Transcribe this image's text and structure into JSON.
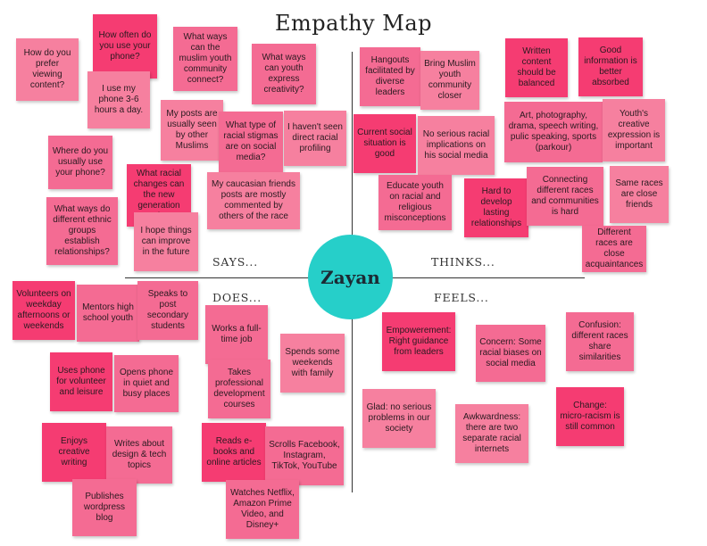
{
  "title": "Empathy Map",
  "center_name": "Zayan",
  "quadrants": {
    "says": "SAYS...",
    "thinks": "THINKS...",
    "does": "DOES...",
    "feels": "FEELS..."
  },
  "colors": {
    "note_pink": "#f46b93",
    "note_deep_pink": "#f53c72",
    "note_light_pink": "#f6809f",
    "center_circle": "#26cfc9"
  },
  "notes": {
    "says": [
      "How do you prefer viewing content?",
      "How often do you use your phone?",
      "I use my phone 3-6 hours a day.",
      "What ways can the muslim youth community connect?",
      "What ways can youth express creativity?",
      "My posts are usually seen by other Muslims",
      "What type of racial stigmas are on social media?",
      "I haven't seen direct racial profiling",
      "Where do you usually use your phone?",
      "What racial changes can the new generation make?",
      "My caucasian friends posts are mostly commented by others of the race",
      "What ways do different ethnic groups establish relationships?",
      "I hope things can improve in the future"
    ],
    "thinks": [
      "Hangouts facilitated by diverse leaders",
      "Bring Muslim youth community closer",
      "Written content should be balanced",
      "Good information is better absorbed",
      "Current social situation is good",
      "No serious racial implications on his social media",
      "Art, photography, drama, speech writing, pulic speaking, sports (parkour)",
      "Youth's creative expression is important",
      "Educate youth on racial and religious misconceptions",
      "Hard to develop lasting relationships",
      "Connecting different races and communities is hard",
      "Same races are close friends",
      "Different races are close acquaintances"
    ],
    "does": [
      "Volunteers on weekday afternoons or weekends",
      "Mentors high school youth",
      "Speaks to post secondary students",
      "Works a full-time job",
      "Spends some weekends with family",
      "Uses phone for volunteer and leisure",
      "Opens phone in quiet and busy places",
      "Takes professional development courses",
      "Enjoys creative writing",
      "Writes about design & tech topics",
      "Reads e-books and online articles",
      "Scrolls Facebook, Instagram, TikTok, YouTube",
      "Publishes wordpress blog",
      "Watches Netflix, Amazon Prime Video, and Disney+"
    ],
    "feels": [
      "Empowerement: Right guidance from leaders",
      "Concern: Some racial biases on social media",
      "Confusion: different races share similarities",
      "Glad: no serious problems in our society",
      "Awkwardness: there are two separate racial internets",
      "Change: micro-racism is still common"
    ]
  }
}
